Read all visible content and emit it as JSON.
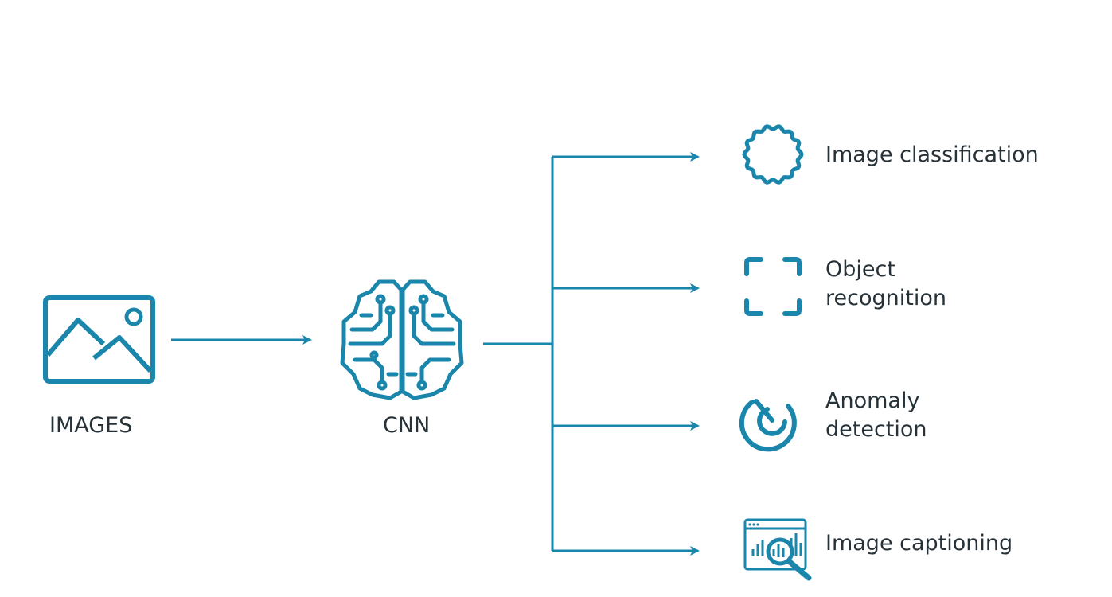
{
  "input": {
    "label": "IMAGES",
    "icon": "image-icon"
  },
  "model": {
    "label": "CNN",
    "icon": "brain-circuit-icon"
  },
  "outputs": [
    {
      "label": "Image classification",
      "icon": "wavy-circle-icon"
    },
    {
      "label": "Object\nrecognition",
      "icon": "focus-frame-icon"
    },
    {
      "label": "Anomaly\ndetection",
      "icon": "target-icon"
    },
    {
      "label": "Image captioning",
      "icon": "chart-magnifier-icon"
    }
  ],
  "colors": {
    "accent": "#1a86ab",
    "text": "#263238",
    "background": "#ffffff"
  }
}
